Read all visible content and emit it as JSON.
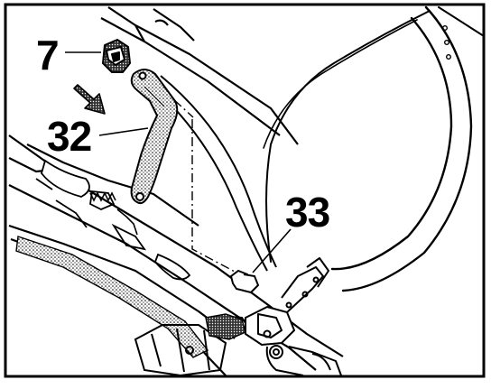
{
  "callouts": {
    "part_7": "7",
    "part_32": "32",
    "part_33": "33"
  },
  "colors": {
    "ink": "#000000",
    "paper": "#ffffff"
  }
}
